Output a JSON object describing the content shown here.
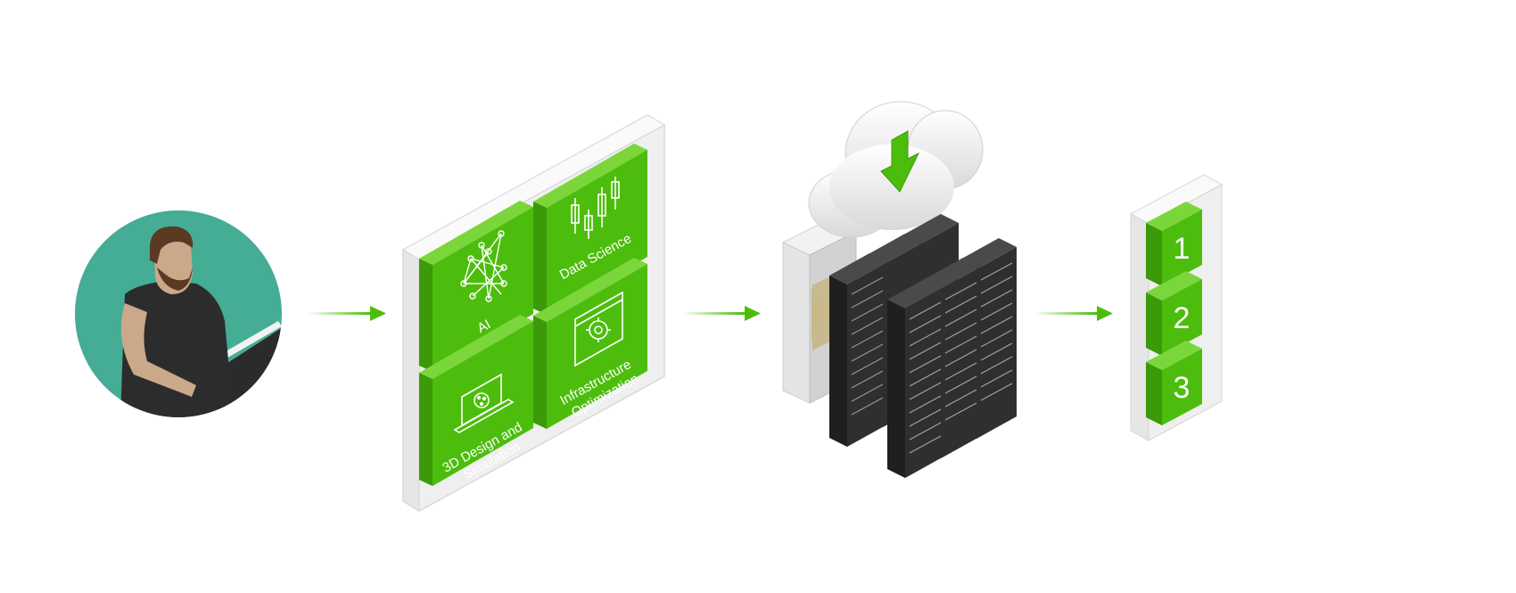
{
  "workloads": [
    {
      "id": "ai",
      "label_lines": [
        "AI"
      ],
      "icon": "neural-network-icon"
    },
    {
      "id": "data-science",
      "label_lines": [
        "Data Science"
      ],
      "icon": "candlestick-chart-icon"
    },
    {
      "id": "3d-design",
      "label_lines": [
        "3D Design and",
        "Simulation"
      ],
      "icon": "laptop-paint-palette-icon"
    },
    {
      "id": "infrastructure",
      "label_lines": [
        "Infrastructure",
        "Optimization"
      ],
      "icon": "gear-window-icon"
    }
  ],
  "steps": [
    "1",
    "2",
    "3"
  ],
  "colors": {
    "brand_green": "#4dbd0d",
    "green_top": "#7bd63c",
    "green_dark": "#3c9a0a",
    "teal": "#45ac95",
    "server_dark": "#2f2f2f",
    "server_light": "#e4e4e4"
  }
}
